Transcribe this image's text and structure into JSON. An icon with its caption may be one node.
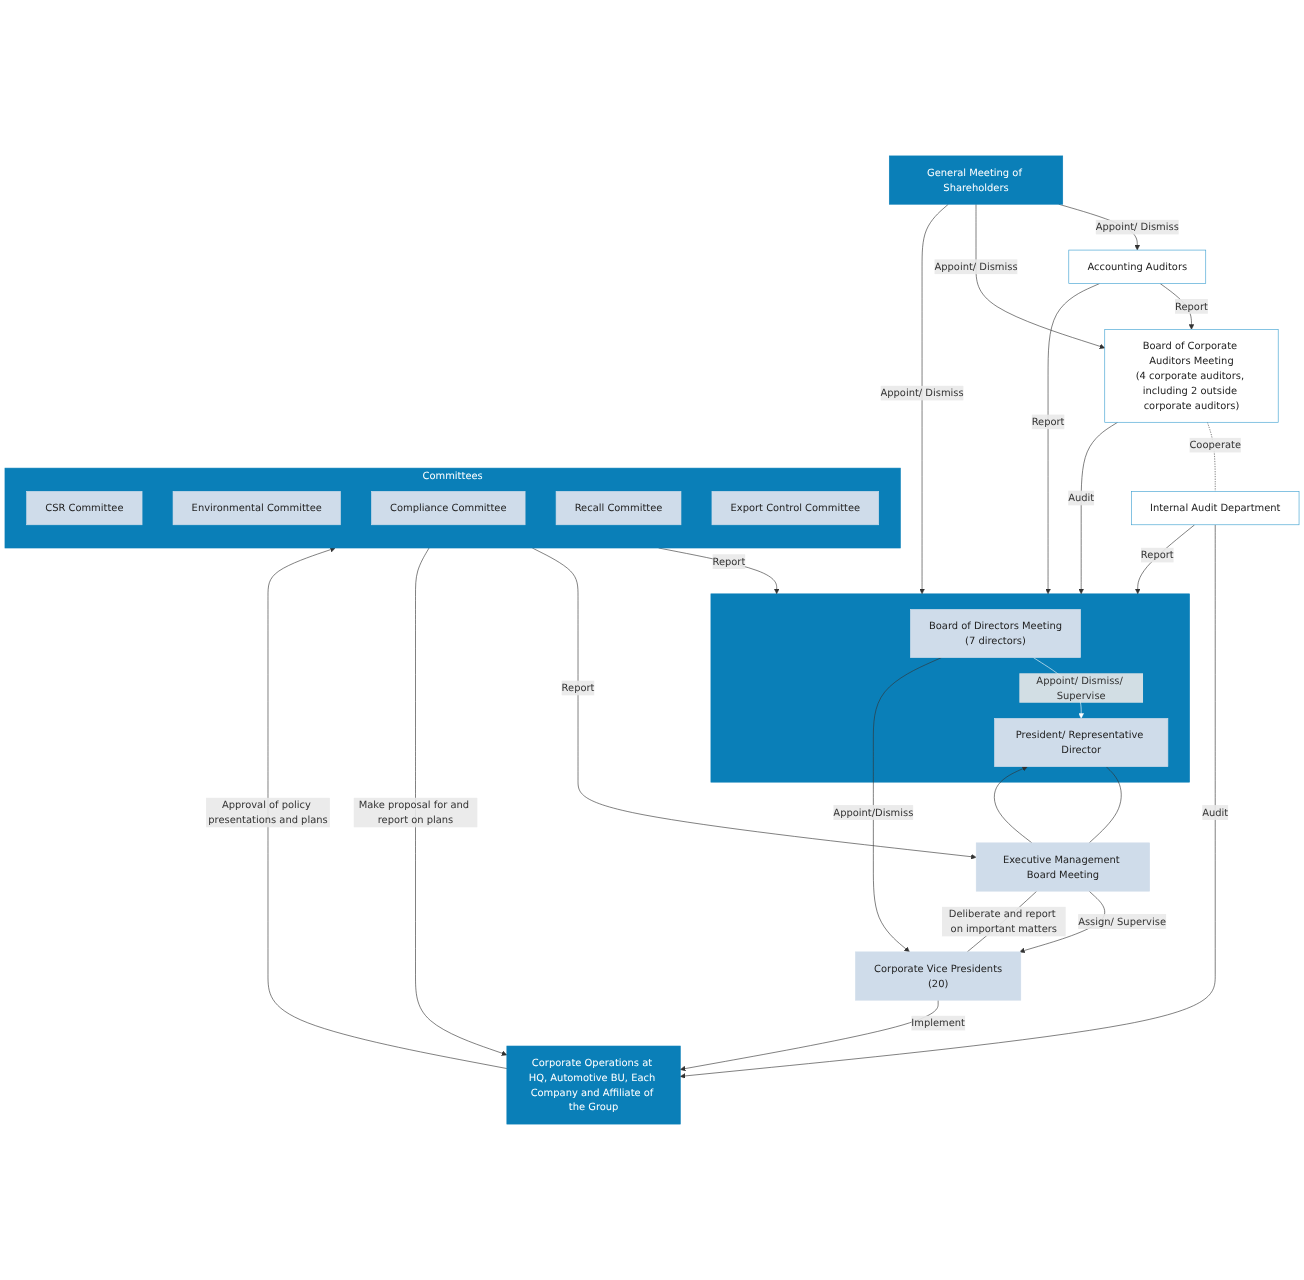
{
  "diagram": {
    "nodes": [
      {
        "text": [
          "General Meeting of Shareholders"
        ]
      },
      {
        "text": [
          "Board of Corporate Auditors Meeting",
          "(4 corporate auditors, including 2 outside corporate auditors)"
        ]
      },
      {
        "text": [],
        "shape": "box"
      },
      {
        "text": [
          "Board of Directors Meeting",
          "(7 directors)"
        ],
        "in": 2
      },
      {
        "text": [
          "President/ Representative Director"
        ],
        "in": 2
      },
      {
        "text": [
          "Committees"
        ]
      },
      {
        "text": [
          "CSR Committee"
        ],
        "in": 5
      },
      {
        "text": [
          "Environmental Committee"
        ],
        "in": 5
      },
      {
        "text": [
          "Compliance Committee"
        ],
        "in": 5
      },
      {
        "text": [
          "Recall Committee"
        ],
        "in": 5
      },
      {
        "text": [
          "Export Control Committee"
        ],
        "in": 5
      },
      {
        "text": [
          "Accounting Auditors"
        ]
      },
      {
        "text": [
          "Internal Audit Department"
        ]
      },
      {
        "text": [
          "Executive Management Board Meeting"
        ]
      },
      {
        "text": [
          "Corporate Vice Presidents",
          "(20)"
        ]
      },
      {
        "text": [
          "Corporate Operations at HQ, Automotive BU, Each Company and Affiliate of the Group"
        ]
      }
    ],
    "edges": [
      {
        "from": 0,
        "to": 11,
        "label": "Appoint/ Dismiss",
        "arrow": "to"
      },
      {
        "from": 0,
        "to": 1,
        "label": "Appoint/ Dismiss",
        "arrow": "to"
      },
      {
        "from": 0,
        "to": 2,
        "label": "Appoint/ Dismiss",
        "arrow": "to"
      },
      {
        "from": 1,
        "to": 2,
        "label": "Audit",
        "arrow": "to"
      },
      {
        "from": 5,
        "to": 2,
        "label": "Report",
        "arrow": "to"
      },
      {
        "from": 3,
        "to": 4,
        "label": "Appoint/ Dismiss/ Supervise",
        "arrow": "to",
        "color": "#ffffff"
      },
      {
        "from": 11,
        "to": 1,
        "label": "Report",
        "arrow": "to"
      },
      {
        "from": 11,
        "to": 2,
        "label": "Report",
        "arrow": "to"
      },
      {
        "from": 12,
        "to": 2,
        "label": "Report",
        "arrow": "to"
      },
      {
        "from": 1,
        "to": 12,
        "label": "Cooperate",
        "arrow": "none",
        "style": "dashed"
      },
      {
        "from": 4,
        "to": 13,
        "arrow": "none"
      },
      {
        "from": 13,
        "to": 4,
        "arrow": "to"
      },
      {
        "from": 5,
        "to": 13,
        "label": "Report",
        "arrow": "to"
      },
      {
        "from": 3,
        "to": 14,
        "label": "Appoint/Dismiss",
        "arrow": "to"
      },
      {
        "from": 13,
        "to": 14,
        "label": "Assign/ Supervise",
        "arrow": "to"
      },
      {
        "from": 14,
        "to": 13,
        "label": "Deliberate and report on important matters",
        "arrow": "none"
      },
      {
        "from": 12,
        "to": 15,
        "label": "Audit",
        "arrow": "to"
      },
      {
        "from": 14,
        "to": 15,
        "label": "Implement",
        "arrow": "to"
      },
      {
        "from": 5,
        "to": 15,
        "label": "Make proposal for and report on plans",
        "arrow": "to"
      },
      {
        "from": 15,
        "to": 5,
        "label": "Approval of policy presentations and plans",
        "arrow": "to"
      }
    ]
  }
}
